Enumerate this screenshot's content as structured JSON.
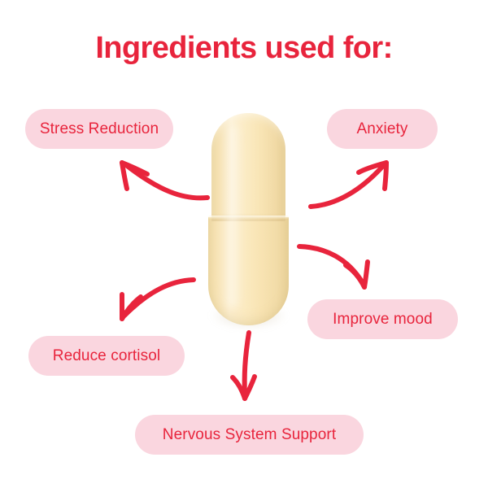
{
  "page": {
    "background_color": "#FFFFFF",
    "accent_red": "#E8243C",
    "badge_background": "#FAD6DF",
    "capsule_color": "#F8E3B4"
  },
  "header": {
    "title": "Ingredients used for:"
  },
  "graphic": {
    "capsule": {
      "name": "capsule-pill",
      "color": "#F8E3B4",
      "description": "two-piece cream colored capsule"
    }
  },
  "benefits": [
    {
      "id": "stress-reduction",
      "label": "Stress Reduction",
      "position": "top-left"
    },
    {
      "id": "anxiety",
      "label": "Anxiety",
      "position": "top-right"
    },
    {
      "id": "improve-mood",
      "label": "Improve mood",
      "position": "bottom-right"
    },
    {
      "id": "reduce-cortisol",
      "label": "Reduce cortisol",
      "position": "bottom-left"
    },
    {
      "id": "nervous-system-support",
      "label": "Nervous System Support",
      "position": "bottom-center"
    }
  ],
  "arrows": [
    {
      "id": "arrow-to-stress-reduction",
      "points_to": "Stress Reduction",
      "direction": "up-left",
      "color": "#E8243C"
    },
    {
      "id": "arrow-to-anxiety",
      "points_to": "Anxiety",
      "direction": "up-right",
      "color": "#E8243C"
    },
    {
      "id": "arrow-to-improve-mood",
      "points_to": "Improve mood",
      "direction": "down-right",
      "color": "#E8243C"
    },
    {
      "id": "arrow-to-reduce-cortisol",
      "points_to": "Reduce cortisol",
      "direction": "down-left",
      "color": "#E8243C"
    },
    {
      "id": "arrow-to-nervous-system-support",
      "points_to": "Nervous System Support",
      "direction": "down",
      "color": "#E8243C"
    }
  ]
}
